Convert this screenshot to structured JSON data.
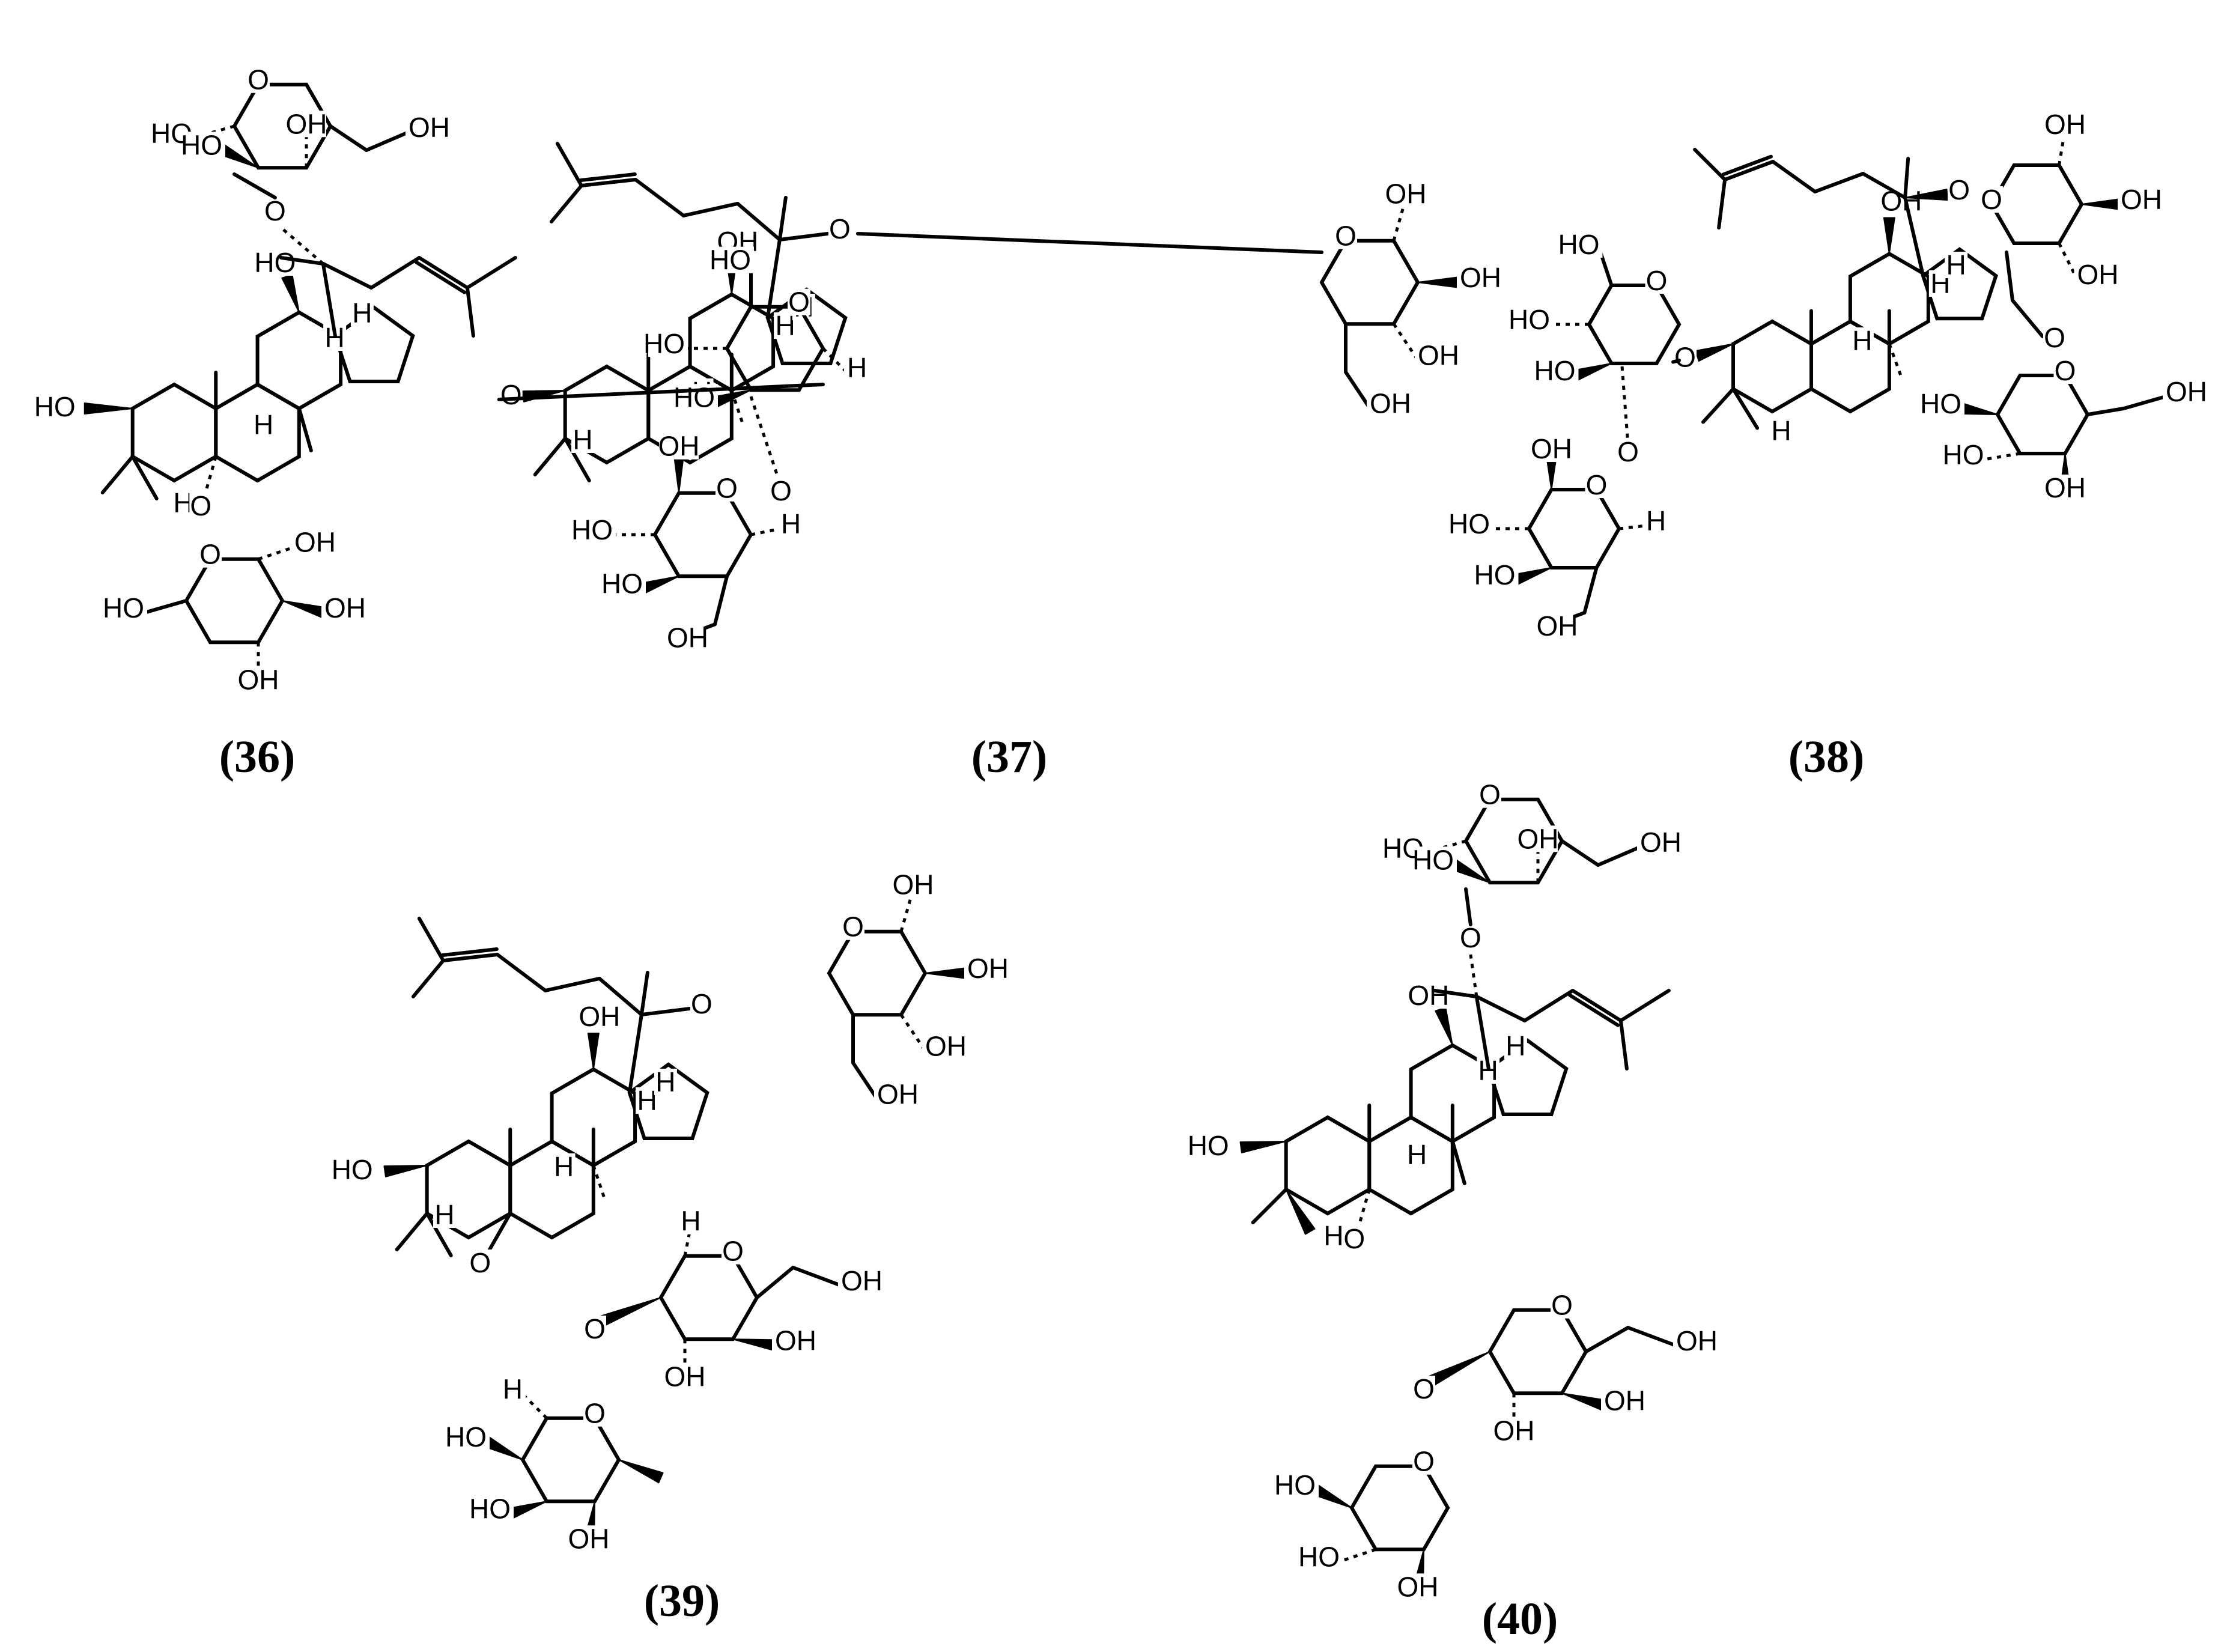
{
  "labels": {
    "OH": "OH",
    "HO": "HO",
    "O": "O",
    "H": "H"
  },
  "compounds": [
    {
      "id": "c36",
      "caption": "(36)"
    },
    {
      "id": "c37",
      "caption": "(37)"
    },
    {
      "id": "c38",
      "caption": "(38)"
    },
    {
      "id": "c39",
      "caption": "(39)"
    },
    {
      "id": "c40",
      "caption": "(40)"
    }
  ]
}
